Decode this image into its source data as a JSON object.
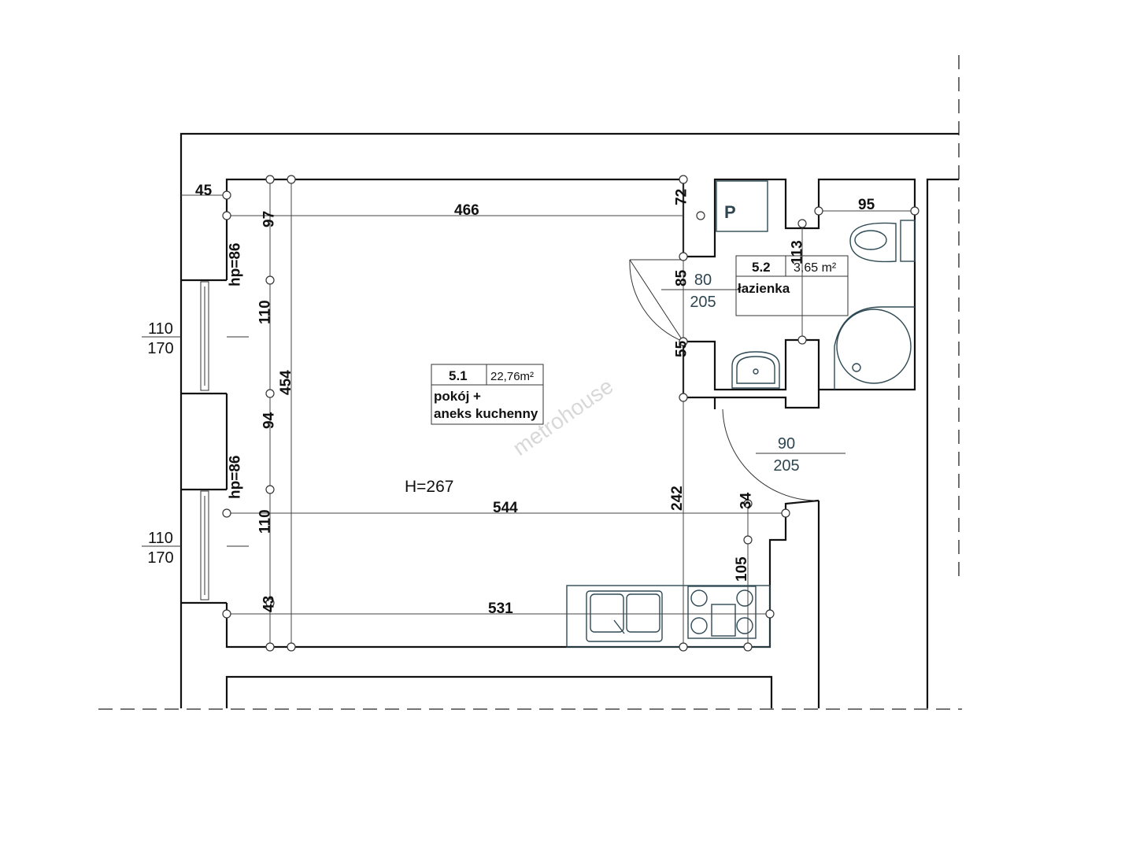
{
  "title": "Floor plan - studio apartment",
  "rooms": [
    {
      "number": "5.1",
      "area": "22,76m²",
      "name_line1": "pokój +",
      "name_line2": "aneks kuchenny"
    },
    {
      "number": "5.2",
      "area": "3,65  m²",
      "name": "łazienka"
    }
  ],
  "height_label": "H=267",
  "watermark": "metrohouse",
  "shaft_label": "P",
  "doors": [
    {
      "width": "80",
      "height": "205"
    },
    {
      "width": "90",
      "height": "205"
    }
  ],
  "windows": [
    {
      "sill": "hp=86",
      "width": "110",
      "height": "170",
      "opening": "110"
    },
    {
      "sill": "hp=86",
      "width": "110",
      "height": "170",
      "opening": "110"
    }
  ],
  "dimensions": {
    "wall_top_left": "45",
    "room_width_top": "466",
    "room_width_mid": "544",
    "room_width_bottom": "531",
    "left_97": "97",
    "left_94": "94",
    "left_43": "43",
    "room_depth": "454",
    "right_72": "72",
    "right_85": "85",
    "right_55": "55",
    "right_242": "242",
    "step_34": "34",
    "kitchen_105": "105",
    "bath_width": "95",
    "bath_depth": "113"
  }
}
